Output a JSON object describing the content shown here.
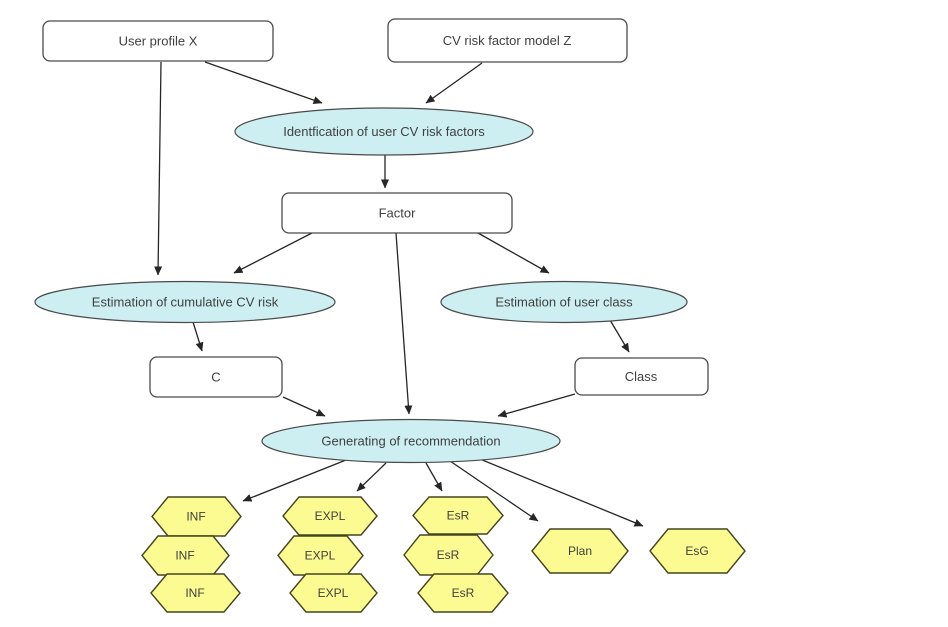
{
  "diagram": {
    "colors": {
      "background": "#ffffff",
      "process_fill": "#cdeff2",
      "process_stroke": "#4a4a4a",
      "box_fill": "#ffffff",
      "box_stroke": "#4a4a4a",
      "hex_fill": "#fbfb92",
      "hex_stroke": "#44441f",
      "arrow": "#262626",
      "text": "#3f3f3f"
    },
    "nodes": {
      "user_profile": "User profile X",
      "cv_model": "CV risk factor model Z",
      "identification": "Identfication of user CV risk factors",
      "factor": "Factor",
      "est_cumulative": "Estimation of cumulative CV risk",
      "est_class": "Estimation of user class",
      "c": "C",
      "class_box": "Class",
      "generating": "Generating of recommendation"
    },
    "outputs": [
      {
        "label": "INF",
        "count": 3
      },
      {
        "label": "EXPL",
        "count": 3
      },
      {
        "label": "EsR",
        "count": 3
      },
      {
        "label": "Plan",
        "count": 1
      },
      {
        "label": "EsG",
        "count": 1
      }
    ]
  }
}
